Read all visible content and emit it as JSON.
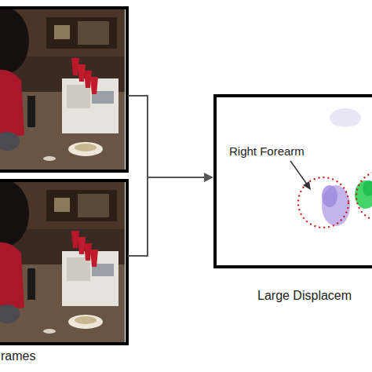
{
  "diagram": {
    "nodes": [
      {
        "text": [
          "Right Forearm"
        ]
      }
    ],
    "labels": [
      "Large Displacem",
      "rames"
    ]
  }
}
